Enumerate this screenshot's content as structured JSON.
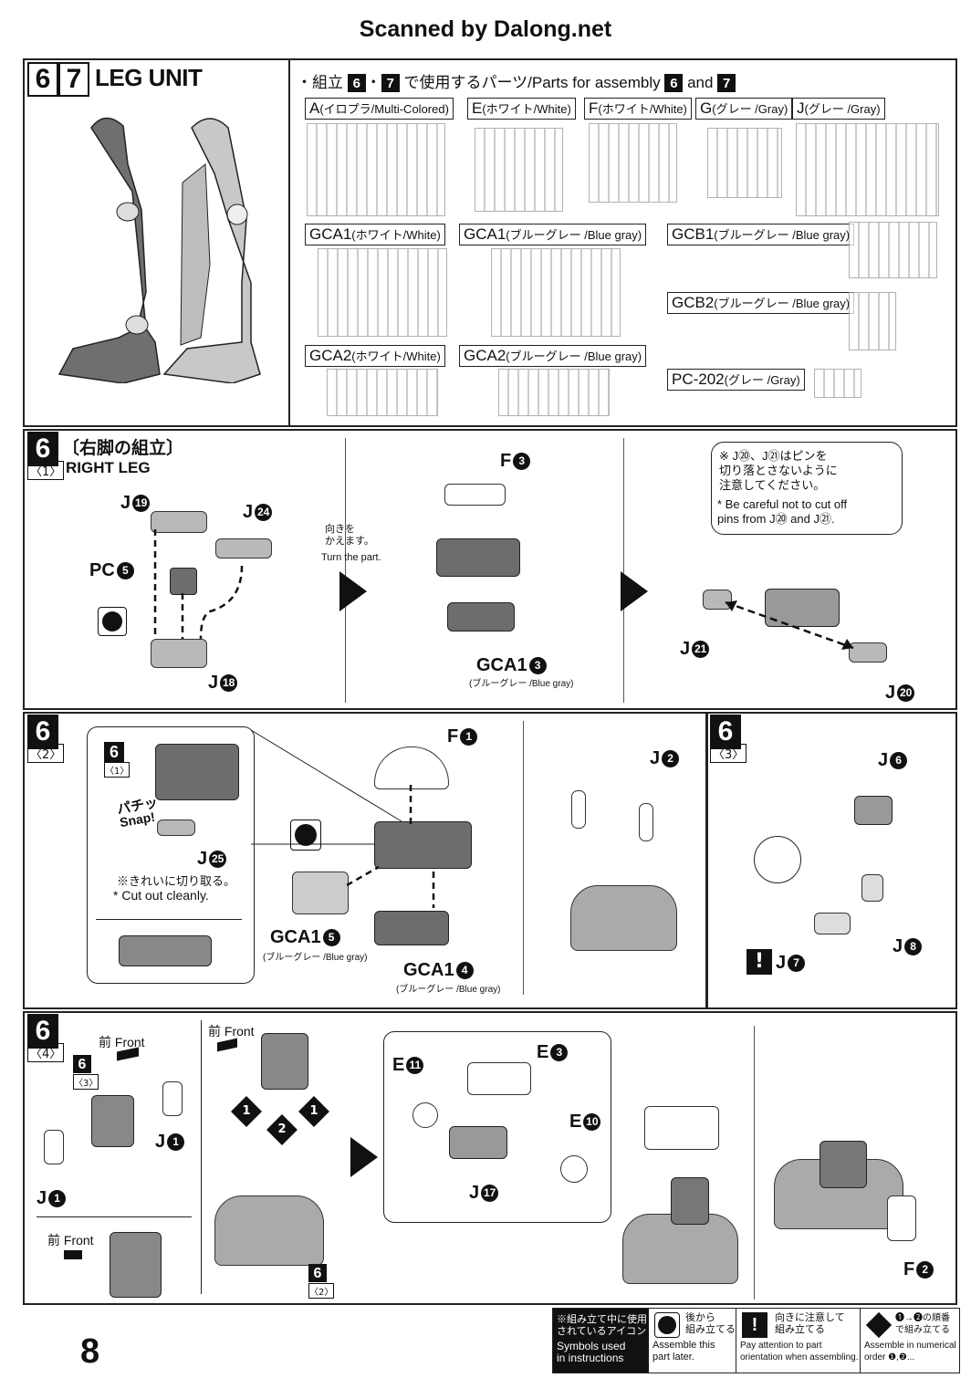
{
  "header": {
    "scan_credit": "Scanned by Dalong.net"
  },
  "page_number": "8",
  "top": {
    "step_a": "6",
    "step_b": "7",
    "title": "LEG UNIT",
    "parts_heading_jp": "・組立",
    "parts_heading_mid": "で使用するパーツ/Parts for assembly",
    "parts_heading_and": "and",
    "runners": [
      {
        "id": "A",
        "name": "(イロプラ/Multi-Colored)"
      },
      {
        "id": "E",
        "name": "(ホワイト/White)"
      },
      {
        "id": "F",
        "name": "(ホワイト/White)"
      },
      {
        "id": "G",
        "name": "(グレー /Gray)"
      },
      {
        "id": "J",
        "name": "(グレー /Gray)"
      },
      {
        "id": "GCA1",
        "name": "(ホワイト/White)"
      },
      {
        "id": "GCA1",
        "name": "(ブルーグレー /Blue gray)"
      },
      {
        "id": "GCB1",
        "name": "(ブルーグレー /Blue gray)"
      },
      {
        "id": "GCB2",
        "name": "(ブルーグレー /Blue gray)"
      },
      {
        "id": "GCA2",
        "name": "(ホワイト/White)"
      },
      {
        "id": "GCA2",
        "name": "(ブルーグレー /Blue gray)"
      },
      {
        "id": "PC-202",
        "name": "(グレー /Gray)"
      }
    ]
  },
  "s61": {
    "step": "6",
    "sub": "〈1〉",
    "title_jp": "〔右脚の組立〕",
    "title_en": "RIGHT LEG",
    "turn_jp": "向きを\nかえます。",
    "turn_en": "Turn the part.",
    "note_jp": "※ J⑳、J㉑はピンを\n切り落とさないように\n注意してください。",
    "note_en": "* Be careful not to cut off\npins from J⑳ and J㉑.",
    "labels": {
      "j19": "J",
      "j19n": "19",
      "j24": "J",
      "j24n": "24",
      "pc5": "PC",
      "pc5n": "5",
      "j18": "J",
      "j18n": "18",
      "f3": "F",
      "f3n": "3",
      "gca13": "GCA1",
      "gca13n": "3",
      "gca13c": "(ブルーグレー /Blue gray)",
      "j21": "J",
      "j21n": "21",
      "j20": "J",
      "j20n": "20"
    }
  },
  "s62": {
    "step": "6",
    "sub": "〈2〉",
    "inset_step": "6",
    "inset_sub": "〈1〉",
    "snap_jp": "パチッ",
    "snap_en": "Snap!",
    "cut_jp": "※きれいに切り取る。",
    "cut_en": "* Cut out cleanly.",
    "labels": {
      "j25": "J",
      "j25n": "25",
      "f1": "F",
      "f1n": "1",
      "gca15": "GCA1",
      "gca15n": "5",
      "gca15c": "(ブルーグレー /Blue gray)",
      "gca14": "GCA1",
      "gca14n": "4",
      "gca14c": "(ブルーグレー /Blue gray)",
      "j2": "J",
      "j2n": "2"
    }
  },
  "s63": {
    "step": "6",
    "sub": "〈3〉",
    "labels": {
      "j6": "J",
      "j6n": "6",
      "j8": "J",
      "j8n": "8",
      "j7": "J",
      "j7n": "7"
    }
  },
  "s64": {
    "step": "6",
    "sub": "〈4〉",
    "front_jp": "前",
    "front_en": "Front",
    "ref_step": "6",
    "ref_sub3": "〈3〉",
    "ref_sub2": "〈2〉",
    "labels": {
      "j1a": "J",
      "j1an": "1",
      "j1b": "J",
      "j1bn": "1",
      "e11": "E",
      "e11n": "11",
      "e3": "E",
      "e3n": "3",
      "e10": "E",
      "e10n": "10",
      "j17": "J",
      "j17n": "17",
      "f2": "F",
      "f2n": "2",
      "o1": "1",
      "o2": "2"
    }
  },
  "legend": {
    "icons_jp": "※組み立て中に使用\nされているアイコン",
    "icons_en": "Symbols used\nin instructions",
    "later_jp": "後から\n組み立てる",
    "later_en": "Assemble this\npart later.",
    "attn_jp": "向きに注意して\n組み立てる",
    "attn_en": "Pay attention to part\norientation when assembling.",
    "order_jp": "❶→❷の順番\nで組み立てる",
    "order_en": "Assemble in numerical\norder ❶,❷..."
  }
}
